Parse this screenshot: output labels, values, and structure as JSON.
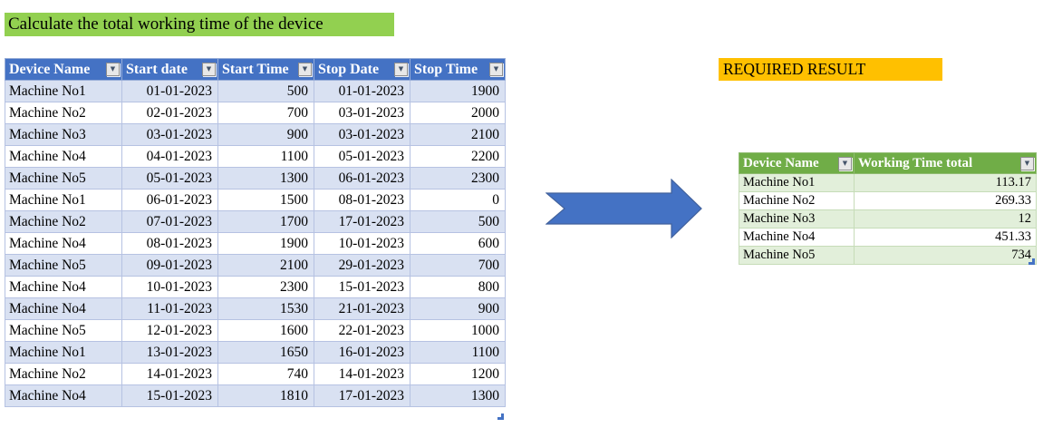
{
  "title_bar": {
    "text": "Calculate the total working time of the device",
    "bg": "#92D050"
  },
  "main_table": {
    "columns": [
      "Device Name",
      "Start date",
      "Start Time",
      "Stop Date",
      "Stop Time"
    ],
    "rows": [
      [
        "Machine No1",
        "01-01-2023",
        "500",
        "01-01-2023",
        "1900"
      ],
      [
        "Machine No2",
        "02-01-2023",
        "700",
        "03-01-2023",
        "2000"
      ],
      [
        "Machine No3",
        "03-01-2023",
        "900",
        "03-01-2023",
        "2100"
      ],
      [
        "Machine No4",
        "04-01-2023",
        "1100",
        "05-01-2023",
        "2200"
      ],
      [
        "Machine No5",
        "05-01-2023",
        "1300",
        "06-01-2023",
        "2300"
      ],
      [
        "Machine No1",
        "06-01-2023",
        "1500",
        "08-01-2023",
        "0"
      ],
      [
        "Machine No2",
        "07-01-2023",
        "1700",
        "17-01-2023",
        "500"
      ],
      [
        "Machine No4",
        "08-01-2023",
        "1900",
        "10-01-2023",
        "600"
      ],
      [
        "Machine No5",
        "09-01-2023",
        "2100",
        "29-01-2023",
        "700"
      ],
      [
        "Machine No4",
        "10-01-2023",
        "2300",
        "15-01-2023",
        "800"
      ],
      [
        "Machine No4",
        "11-01-2023",
        "1530",
        "21-01-2023",
        "900"
      ],
      [
        "Machine No5",
        "12-01-2023",
        "1600",
        "22-01-2023",
        "1000"
      ],
      [
        "Machine No1",
        "13-01-2023",
        "1650",
        "16-01-2023",
        "1100"
      ],
      [
        "Machine No2",
        "14-01-2023",
        "740",
        "14-01-2023",
        "1200"
      ],
      [
        "Machine No4",
        "15-01-2023",
        "1810",
        "17-01-2023",
        "1300"
      ]
    ],
    "header_bg": "#4472C4",
    "band_bg": "#D9E1F2"
  },
  "result_label": {
    "text": "REQUIRED RESULT",
    "bg": "#FFC000"
  },
  "result_table": {
    "columns": [
      "Device Name",
      "Working Time total"
    ],
    "rows": [
      [
        "Machine No1",
        "113.17"
      ],
      [
        "Machine No2",
        "269.33"
      ],
      [
        "Machine No3",
        "12"
      ],
      [
        "Machine No4",
        "451.33"
      ],
      [
        "Machine No5",
        "734"
      ]
    ],
    "header_bg": "#70AD47",
    "band_bg": "#E2EFDA"
  },
  "arrow": {
    "fill": "#4472C4",
    "stroke": "#41619C"
  },
  "icons": {
    "filter_arrow": "▼"
  }
}
